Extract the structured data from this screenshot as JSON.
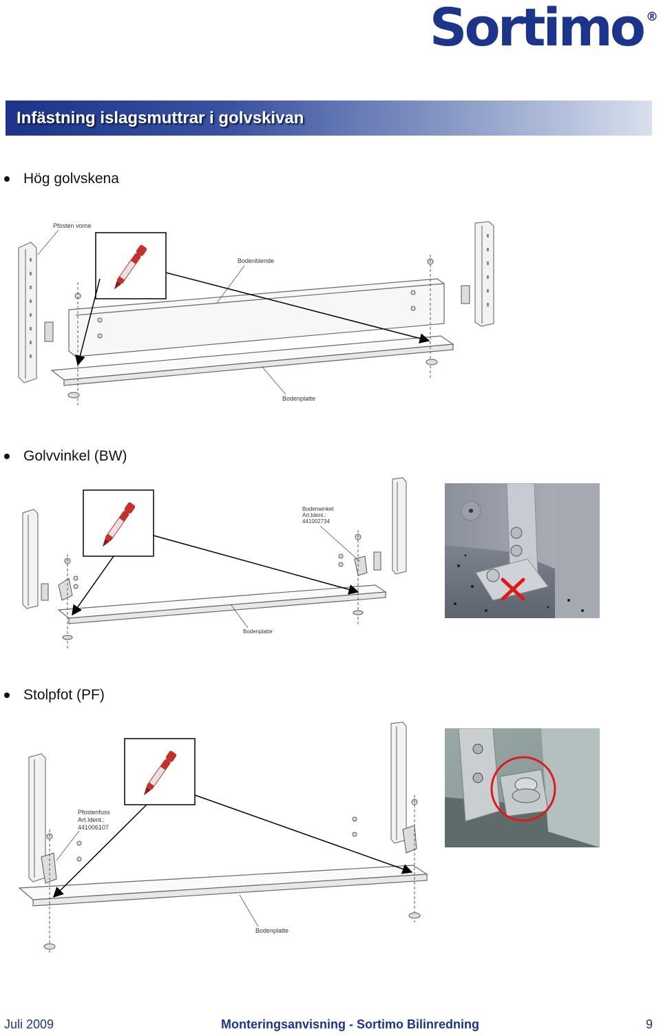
{
  "header": {
    "logo_text": "Sortimo",
    "logo_mark": "®",
    "logo_color": "#1c3489"
  },
  "title": "Infästning islagsmuttrar i golvskivan",
  "sections": [
    {
      "bullet": "Hög golvskena",
      "labels": [
        "Pfosten vorne",
        "Bodenblende",
        "Bodenplatte"
      ]
    },
    {
      "bullet": "Golvvinkel (BW)",
      "labels": [
        "Bodenwinkel",
        "Art.Ident.:",
        "441002734",
        "Bodenplatte"
      ]
    },
    {
      "bullet": "Stolpfot (PF)",
      "labels": [
        "Pfostenfuss",
        "Art.Ident.:",
        "441006107",
        "Bodenplatte"
      ]
    }
  ],
  "footer": {
    "date": "Juli 2009",
    "document": "Monteringsanvisning -  Sortimo Bilinredning",
    "page": "9"
  },
  "colors": {
    "marker_body": "#c0322a",
    "cross_mark": "#e01818",
    "circle_mark": "#e01818"
  }
}
